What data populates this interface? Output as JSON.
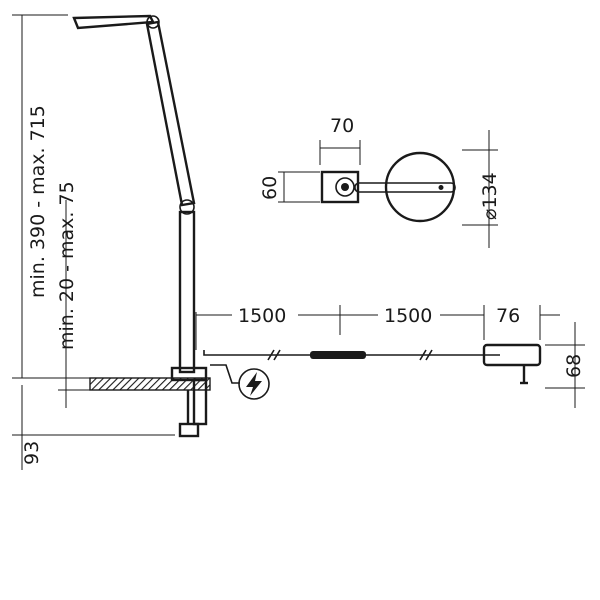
{
  "dimensions": {
    "height_range": "min. 390 - max. 715",
    "clamp_range": "min. 20 - max. 75",
    "clamp_depth": "93",
    "head_width": "70",
    "head_height": "60",
    "base_diameter": "⌀134",
    "cable_length_1": "1500",
    "cable_length_2": "1500",
    "adapter_width": "76",
    "adapter_height": "68"
  },
  "icons": {
    "power": "power-plug-icon"
  },
  "colors": {
    "ink": "#1a1a1a",
    "background": "#ffffff"
  }
}
